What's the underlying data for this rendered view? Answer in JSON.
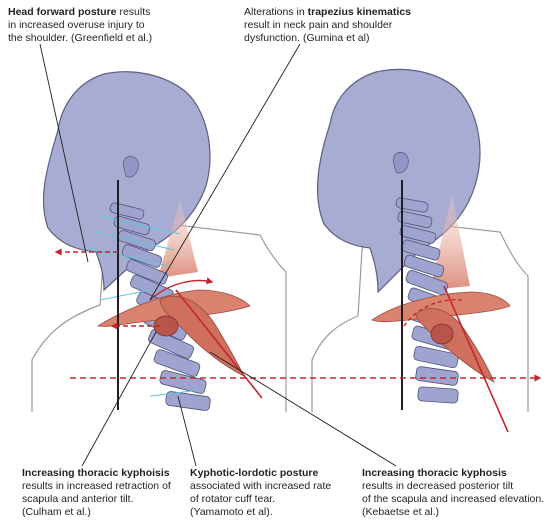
{
  "labels": {
    "top_left": {
      "bold": "Head forward posture",
      "line1_rest": " results",
      "line2": "in increased overuse injury to",
      "line3": "the shoulder. (Greenfield et al.)"
    },
    "top_right": {
      "line1_prefix": "Alterations in ",
      "bold": "trapezius kinematics",
      "line2": "result in neck pain and shoulder",
      "line3": "dysfunction. (Gumina et al)"
    },
    "bottom_left": {
      "bold": "Increasing thoracic kyphoisis",
      "line2": "results in increased retraction of",
      "line3": "scapula and anterior tilt.",
      "line4": "(Culham et al.)"
    },
    "bottom_middle": {
      "bold": "Kyphotic-lordotic posture",
      "line2": "associated with increased rate",
      "line3": "of rotator cuff tear.",
      "line4": "(Yamamoto et al)."
    },
    "bottom_right": {
      "bold": "Increasing thoracic kyphosis",
      "line2": "results in decreased posterior tilt",
      "line3": "of the scapula and increased elevation.",
      "line4": "(Kebaetse et al.)"
    }
  },
  "colors": {
    "skin": "#a9acd2",
    "skin_stroke": "#5c5f80",
    "bone": "#9fa3cf",
    "muscle": "#d9836f",
    "muscle_dark": "#b8544a",
    "arrow": "#c4262e",
    "line": "#231f20",
    "outline": "#9a9a9a",
    "cyan": "#5ec8d8"
  }
}
